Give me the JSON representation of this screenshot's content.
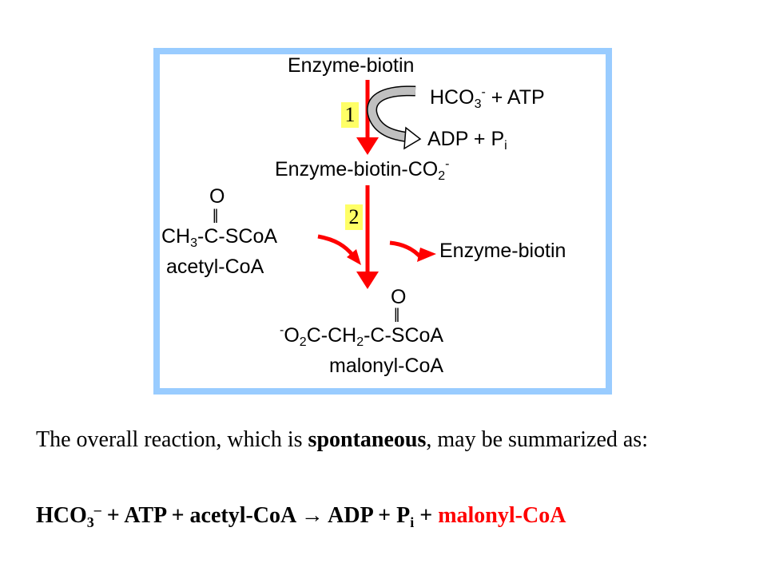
{
  "diagram": {
    "enzyme_biotin_top": "Enzyme-biotin",
    "hco3": "HCO",
    "hco3_sub": "3",
    "hco3_sup": "-",
    "plus_atp": " + ATP",
    "adp_pi": "ADP + P",
    "pi_sub": "i",
    "step1": "1",
    "carboxy_enzyme": "Enzyme-biotin-CO",
    "carboxy_sub": "2",
    "carboxy_sup": "-",
    "step2": "2",
    "acetyl_o": "O",
    "acetyl_bond": "||",
    "acetyl_ch": "CH",
    "acetyl_sub": "3",
    "acetyl_rest": "-C-SCoA",
    "acetyl_name": "acetyl-CoA",
    "enzyme_biotin_released": "Enzyme-biotin",
    "malonyl_o": "O",
    "malonyl_bond": "||",
    "malonyl_sup": "-",
    "malonyl_o2": "O",
    "malonyl_sub1": "2",
    "malonyl_mid": "C-CH",
    "malonyl_sub2": "2",
    "malonyl_rest": "-C-SCoA",
    "malonyl_name": "malonyl-CoA"
  },
  "summary": {
    "line_start": "The overall reaction, which is ",
    "line_bold": "spontaneous",
    "line_end": ", may be summarized as:"
  },
  "equation": {
    "hco": "HCO",
    "hco_sub": "3",
    "hco_sup": "–",
    "middle": " + ATP + acetyl-CoA ",
    "arrow": "→",
    "adp": " ADP + P",
    "pi_sub": "i",
    "plus": " + ",
    "malonyl": "malonyl-CoA"
  },
  "colors": {
    "frame": "#99ccff",
    "arrow_red": "#ff0000",
    "step_label_bg": "#ffff66",
    "curved_arrow_gray": "#c0c0c0"
  }
}
